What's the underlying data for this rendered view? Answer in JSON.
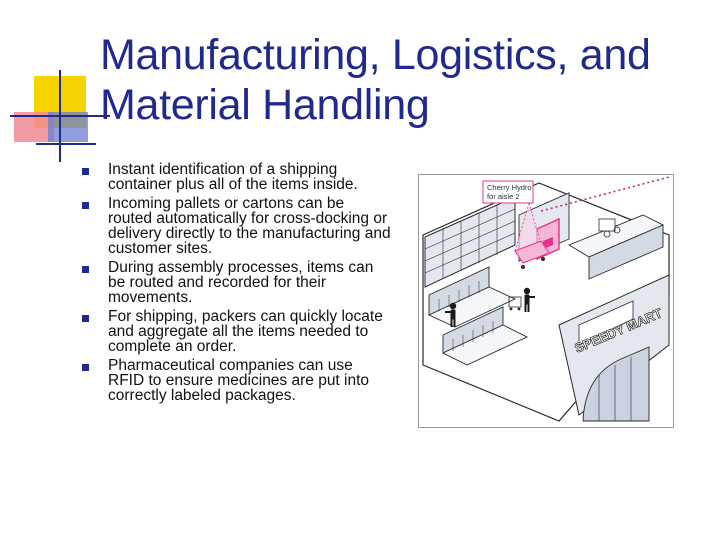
{
  "slide": {
    "title_line1": "Manufacturing, Logistics, and",
    "title_line2": "Material Handling",
    "bullets": [
      "Instant identification of a shipping container plus all of the items inside.",
      "Incoming pallets or cartons can be routed automatically for cross-docking or delivery directly to the manufacturing and customer sites.",
      "During assembly processes, items can be routed and recorded for their movements.",
      "For shipping, packers can quickly locate and aggregate all the items needed to complete an order.",
      "Pharmaceutical companies can use RFID to ensure medicines are put into correctly labeled packages."
    ],
    "illustration": {
      "callout_line1": "Cherry Hydro",
      "callout_line2": "for aisle 2",
      "storefront_sign": "SPEEDY MART",
      "colors": {
        "highlight": "#e8318a",
        "laser": "#d4206f",
        "line": "#2a2a2a",
        "fill": "#dfe3ea"
      }
    },
    "colors": {
      "title": "#1f2a8c",
      "bullet_marker": "#1f2a8c",
      "logo_yellow": "#f5d300",
      "logo_red": "#e8453c",
      "logo_blue": "#2c3aa8"
    }
  }
}
